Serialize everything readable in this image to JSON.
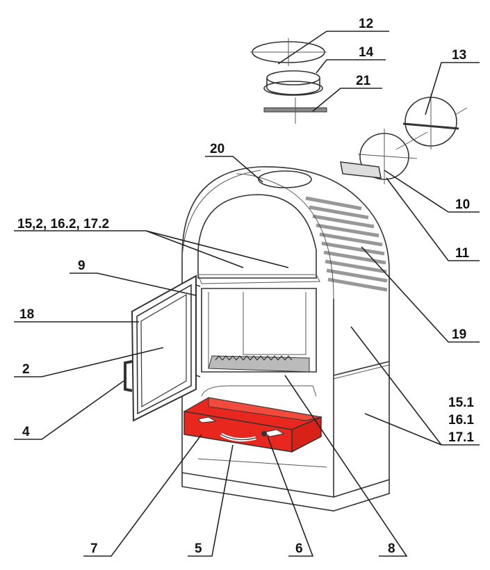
{
  "diagram": {
    "highlight_color": "#e8281e",
    "highlighted_part": "7",
    "labels": {
      "l12": "12",
      "l14": "14",
      "l21": "21",
      "l13": "13",
      "l20": "20",
      "l10": "10",
      "l15_2": "15,2, 16.2, 17.2",
      "l11": "11",
      "l9": "9",
      "l18": "18",
      "l19": "19",
      "l2": "2",
      "l15_1": "15.1",
      "l16_1": "16.1",
      "l17_1": "17.1",
      "l4": "4",
      "l7": "7",
      "l5": "5",
      "l6": "6",
      "l8": "8"
    }
  }
}
